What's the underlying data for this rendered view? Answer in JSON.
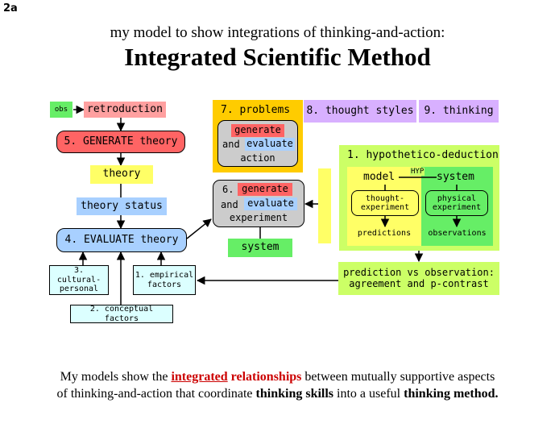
{
  "label": "2a",
  "subtitle": "my model to show integrations of thinking-and-action:",
  "title": "Integrated Scientific Method",
  "boxes": {
    "obs": "obs",
    "retroduction": "retroduction",
    "generate_theory": "5. GENERATE theory",
    "theory": "theory",
    "theory_status": "theory status",
    "evaluate_theory": "4. EVALUATE theory",
    "cultural_personal": "3. cultural-\npersonal",
    "empirical_factors": "1. empirical\nfactors",
    "conceptual_factors": "2. conceptual factors",
    "problems": "7. problems",
    "generate": "generate",
    "and_1": "and",
    "evaluate_1": "evaluate",
    "action": "action",
    "thought_styles": "8. thought styles",
    "thinking": "9. thinking",
    "experiment_num": "6.",
    "generate_2": "generate",
    "and_2": "and",
    "evaluate_2": "evaluate",
    "experiment": "experiment",
    "system_out": "system",
    "hypothetico_deduction": "1. hypothetico-deduction",
    "model": "model",
    "hyp": "HYP",
    "system": "system",
    "thought_experiment": "thought-\nexperiment",
    "physical_experiment": "physical\nexperiment",
    "predictions": "predictions",
    "observations": "observations",
    "prediction_vs_observation": "prediction vs observation:\nagreement and p-contrast"
  },
  "caption": {
    "l1a": "My models show the ",
    "l1b": "integrated",
    "l1c": " ",
    "l1d": "relationships",
    "l1e": " between mutually supportive aspects",
    "l2a": "of thinking-and-action that coordinate ",
    "l2b": "thinking skills",
    "l2c": " into a useful ",
    "l2d": "thinking method."
  },
  "colors": {
    "green": "#66ee66",
    "pink": "#ffa0a0",
    "red": "#ff6464",
    "yellow": "#ffff66",
    "blue": "#a8d0ff",
    "cyan": "#dcffff",
    "gold": "#ffcc00",
    "lavender": "#d8b0ff",
    "lime": "#ccff66",
    "gray": "#cccccc"
  }
}
